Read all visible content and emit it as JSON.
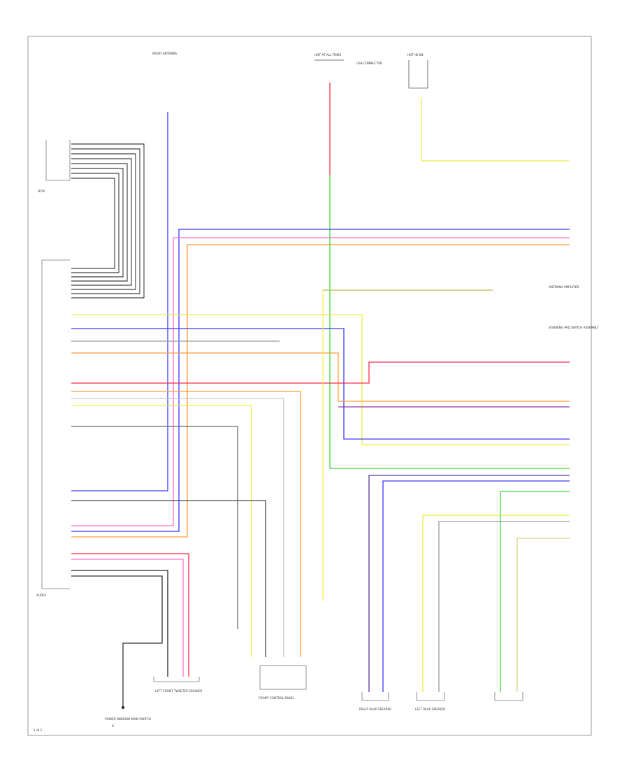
{
  "footer_left": "1 of 2",
  "components": {
    "dcm": "DCM",
    "power_window": "POWER WINDOW MAIN SWITCH",
    "ground_note": "G",
    "audio_unit": "AUDIO",
    "radio_antenna": "RADIO ANTENNA",
    "left_front_speaker": "LEFT FRONT TWEETER SPEAKER",
    "ant_amp": "ANTENNA AMPLIFIER",
    "right_rear": "RIGHT REAR SPEAKER",
    "left_rear": "LEFT REAR SPEAKER",
    "front_control": "FRONT CONTROL PANEL",
    "fuse_top_left": "HOT AT ALL TIMES",
    "fuse_top_right": "HOT IN ON",
    "steer_switch": "STEERING PAD SWITCH ASSEMBLY",
    "usb": "USB CONNECTOR"
  },
  "wire_colors": {
    "blue": "#3a3aff",
    "red": "#ff2b4a",
    "orange": "#ff9a3a",
    "yellow": "#f0ea3c",
    "green": "#40d83a",
    "pink": "#ff70c8",
    "purple": "#8a3aa0",
    "black": "#111111",
    "gray": "#9a9a9a"
  }
}
